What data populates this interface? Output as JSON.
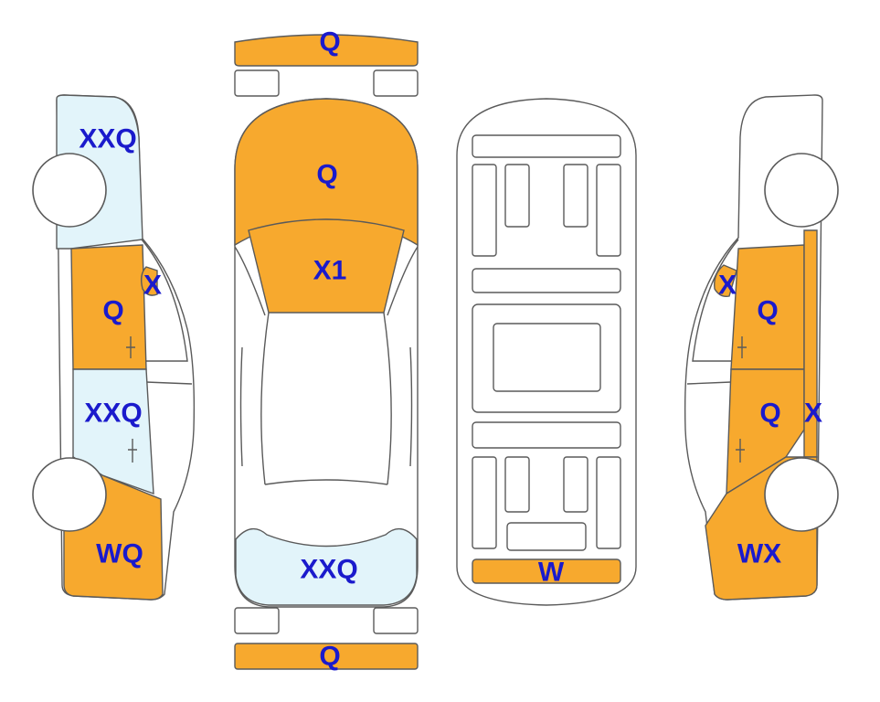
{
  "colors": {
    "replaced": "#f7a92e",
    "repaired": "#e2f4fa",
    "outline": "#5a5a5a",
    "label": "#1a1acc"
  },
  "labels": {
    "front_bumper": "Q",
    "hood": "Q",
    "windshield": "X1",
    "rear_window": "XXQ",
    "rear_bumper": "Q",
    "trunk_floor": "W",
    "left_front_fender": "XXQ",
    "left_front_door": "Q",
    "left_mirror": "X",
    "left_rear_door": "XXQ",
    "left_rear_quarter": "WQ",
    "right_mirror": "X",
    "right_front_door": "Q",
    "right_rear_door": "Q",
    "right_pillar": "X",
    "right_rear_quarter": "WX"
  }
}
